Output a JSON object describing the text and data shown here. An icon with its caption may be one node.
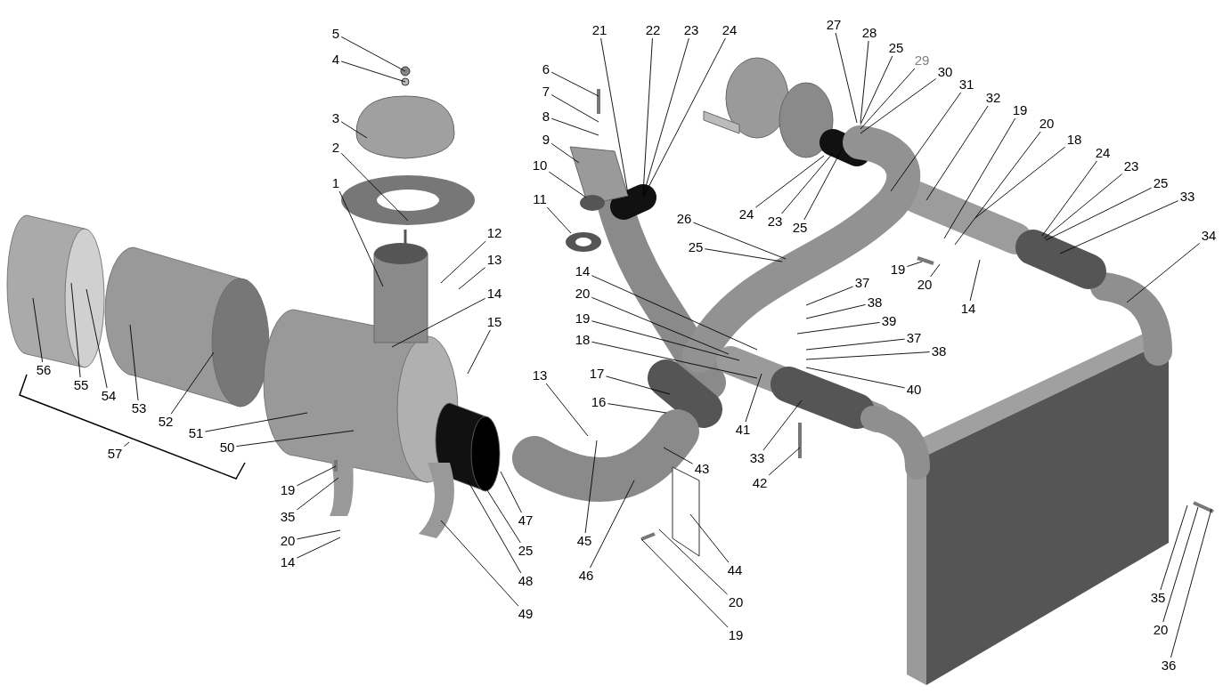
{
  "diagram": {
    "nodes": [
      {
        "text": [
          "5"
        ]
      },
      {
        "text": [
          "4"
        ]
      },
      {
        "text": [
          "3"
        ]
      },
      {
        "text": [
          "2"
        ]
      },
      {
        "text": [
          "1"
        ]
      },
      {
        "text": [
          "6"
        ]
      },
      {
        "text": [
          "7"
        ]
      },
      {
        "text": [
          "8"
        ]
      },
      {
        "text": [
          "9"
        ]
      },
      {
        "text": [
          "10"
        ]
      },
      {
        "text": [
          "11"
        ]
      },
      {
        "text": [
          "21"
        ]
      },
      {
        "text": [
          "22"
        ]
      },
      {
        "text": [
          "23"
        ]
      },
      {
        "text": [
          "24"
        ]
      },
      {
        "text": [
          "27"
        ]
      },
      {
        "text": [
          "28"
        ]
      },
      {
        "text": [
          "25"
        ]
      },
      {
        "text": [
          "29"
        ]
      },
      {
        "text": [
          "30"
        ]
      },
      {
        "text": [
          "31"
        ]
      },
      {
        "text": [
          "32"
        ]
      },
      {
        "text": [
          "19"
        ]
      },
      {
        "text": [
          "20"
        ]
      },
      {
        "text": [
          "18"
        ]
      },
      {
        "text": [
          "24"
        ]
      },
      {
        "text": [
          "23"
        ]
      },
      {
        "text": [
          "25"
        ]
      },
      {
        "text": [
          "33"
        ]
      },
      {
        "text": [
          "24"
        ]
      },
      {
        "text": [
          "23"
        ]
      },
      {
        "text": [
          "25"
        ]
      },
      {
        "text": [
          "26"
        ]
      },
      {
        "text": [
          "25"
        ]
      },
      {
        "text": [
          "12"
        ]
      },
      {
        "text": [
          "13"
        ]
      },
      {
        "text": [
          "14"
        ]
      },
      {
        "text": [
          "15"
        ]
      },
      {
        "text": [
          "34"
        ]
      },
      {
        "text": [
          "19"
        ]
      },
      {
        "text": [
          "20"
        ]
      },
      {
        "text": [
          "14"
        ]
      },
      {
        "text": [
          "37"
        ]
      },
      {
        "text": [
          "38"
        ]
      },
      {
        "text": [
          "39"
        ]
      },
      {
        "text": [
          "37"
        ]
      },
      {
        "text": [
          "38"
        ]
      },
      {
        "text": [
          "40"
        ]
      },
      {
        "text": [
          "14"
        ]
      },
      {
        "text": [
          "20"
        ]
      },
      {
        "text": [
          "19"
        ]
      },
      {
        "text": [
          "18"
        ]
      },
      {
        "text": [
          "17"
        ]
      },
      {
        "text": [
          "16"
        ]
      },
      {
        "text": [
          "13"
        ]
      },
      {
        "text": [
          "41"
        ]
      },
      {
        "text": [
          "33"
        ]
      },
      {
        "text": [
          "42"
        ]
      },
      {
        "text": [
          "43"
        ]
      },
      {
        "text": [
          "56"
        ]
      },
      {
        "text": [
          "55"
        ]
      },
      {
        "text": [
          "54"
        ]
      },
      {
        "text": [
          "53"
        ]
      },
      {
        "text": [
          "52"
        ]
      },
      {
        "text": [
          "51"
        ]
      },
      {
        "text": [
          "50"
        ]
      },
      {
        "text": [
          "57"
        ]
      },
      {
        "text": [
          "19"
        ]
      },
      {
        "text": [
          "35"
        ]
      },
      {
        "text": [
          "20"
        ]
      },
      {
        "text": [
          "14"
        ]
      },
      {
        "text": [
          "47"
        ]
      },
      {
        "text": [
          "25"
        ]
      },
      {
        "text": [
          "48"
        ]
      },
      {
        "text": [
          "49"
        ]
      },
      {
        "text": [
          "45"
        ]
      },
      {
        "text": [
          "46"
        ]
      },
      {
        "text": [
          "44"
        ]
      },
      {
        "text": [
          "20"
        ]
      },
      {
        "text": [
          "19"
        ]
      },
      {
        "text": [
          "35"
        ]
      },
      {
        "text": [
          "20"
        ]
      },
      {
        "text": [
          "36"
        ]
      }
    ],
    "edges": [
      {
        "from": 0,
        "to": null,
        "arrow": "none"
      },
      {
        "from": 1,
        "to": null,
        "arrow": "none"
      },
      {
        "from": 2,
        "to": null,
        "arrow": "none"
      },
      {
        "from": 3,
        "to": null,
        "arrow": "none"
      },
      {
        "from": 4,
        "to": null,
        "arrow": "none"
      },
      {
        "from": 5,
        "to": null,
        "arrow": "none"
      },
      {
        "from": 6,
        "to": null,
        "arrow": "none"
      },
      {
        "from": 7,
        "to": null,
        "arrow": "none"
      },
      {
        "from": 8,
        "to": null,
        "arrow": "none"
      },
      {
        "from": 9,
        "to": null,
        "arrow": "none"
      },
      {
        "from": 10,
        "to": null,
        "arrow": "none"
      },
      {
        "from": 11,
        "to": null,
        "arrow": "none"
      },
      {
        "from": 12,
        "to": null,
        "arrow": "none"
      },
      {
        "from": 13,
        "to": null,
        "arrow": "none"
      },
      {
        "from": 14,
        "to": null,
        "arrow": "none"
      },
      {
        "from": 15,
        "to": null,
        "arrow": "none"
      },
      {
        "from": 16,
        "to": null,
        "arrow": "none"
      },
      {
        "from": 17,
        "to": null,
        "arrow": "none"
      },
      {
        "from": 18,
        "to": null,
        "arrow": "none"
      },
      {
        "from": 19,
        "to": null,
        "arrow": "none"
      },
      {
        "from": 20,
        "to": null,
        "arrow": "none"
      },
      {
        "from": 21,
        "to": null,
        "arrow": "none"
      },
      {
        "from": 22,
        "to": null,
        "arrow": "none"
      },
      {
        "from": 23,
        "to": null,
        "arrow": "none"
      },
      {
        "from": 24,
        "to": null,
        "arrow": "none"
      },
      {
        "from": 25,
        "to": null,
        "arrow": "none"
      },
      {
        "from": 26,
        "to": null,
        "arrow": "none"
      },
      {
        "from": 27,
        "to": null,
        "arrow": "none"
      },
      {
        "from": 28,
        "to": null,
        "arrow": "none"
      },
      {
        "from": 29,
        "to": null,
        "arrow": "none"
      },
      {
        "from": 30,
        "to": null,
        "arrow": "none"
      },
      {
        "from": 31,
        "to": null,
        "arrow": "none"
      },
      {
        "from": 32,
        "to": null,
        "arrow": "none"
      },
      {
        "from": 33,
        "to": null,
        "arrow": "none"
      },
      {
        "from": 34,
        "to": null,
        "arrow": "none"
      },
      {
        "from": 35,
        "to": null,
        "arrow": "none"
      },
      {
        "from": 36,
        "to": null,
        "arrow": "none"
      },
      {
        "from": 37,
        "to": null,
        "arrow": "none"
      },
      {
        "from": 38,
        "to": null,
        "arrow": "none"
      },
      {
        "from": 39,
        "to": null,
        "arrow": "none"
      },
      {
        "from": 40,
        "to": null,
        "arrow": "none"
      },
      {
        "from": 41,
        "to": null,
        "arrow": "none"
      },
      {
        "from": 42,
        "to": null,
        "arrow": "none"
      },
      {
        "from": 43,
        "to": null,
        "arrow": "none"
      },
      {
        "from": 44,
        "to": null,
        "arrow": "none"
      },
      {
        "from": 45,
        "to": null,
        "arrow": "none"
      },
      {
        "from": 46,
        "to": null,
        "arrow": "none"
      },
      {
        "from": 47,
        "to": null,
        "arrow": "none"
      },
      {
        "from": 48,
        "to": null,
        "arrow": "none"
      },
      {
        "from": 49,
        "to": null,
        "arrow": "none"
      },
      {
        "from": 50,
        "to": null,
        "arrow": "none"
      },
      {
        "from": 51,
        "to": null,
        "arrow": "none"
      },
      {
        "from": 52,
        "to": null,
        "arrow": "none"
      },
      {
        "from": 53,
        "to": null,
        "arrow": "none"
      },
      {
        "from": 54,
        "to": null,
        "arrow": "none"
      },
      {
        "from": 55,
        "to": null,
        "arrow": "none"
      },
      {
        "from": 56,
        "to": null,
        "arrow": "none"
      },
      {
        "from": 57,
        "to": null,
        "arrow": "none"
      },
      {
        "from": 58,
        "to": null,
        "arrow": "none"
      },
      {
        "from": 59,
        "to": null,
        "arrow": "none"
      },
      {
        "from": 60,
        "to": null,
        "arrow": "none"
      },
      {
        "from": 61,
        "to": null,
        "arrow": "none"
      },
      {
        "from": 62,
        "to": null,
        "arrow": "none"
      },
      {
        "from": 63,
        "to": null,
        "arrow": "none"
      },
      {
        "from": 64,
        "to": null,
        "arrow": "none"
      },
      {
        "from": 65,
        "to": null,
        "arrow": "none"
      },
      {
        "from": 66,
        "to": null,
        "arrow": "none"
      },
      {
        "from": 67,
        "to": null,
        "arrow": "none"
      },
      {
        "from": 68,
        "to": null,
        "arrow": "none"
      },
      {
        "from": 69,
        "to": null,
        "arrow": "none"
      },
      {
        "from": 70,
        "to": null,
        "arrow": "none"
      },
      {
        "from": 71,
        "to": null,
        "arrow": "none"
      },
      {
        "from": 72,
        "to": null,
        "arrow": "none"
      },
      {
        "from": 73,
        "to": null,
        "arrow": "none"
      },
      {
        "from": 74,
        "to": null,
        "arrow": "none"
      },
      {
        "from": 75,
        "to": null,
        "arrow": "none"
      },
      {
        "from": 76,
        "to": null,
        "arrow": "none"
      },
      {
        "from": 77,
        "to": null,
        "arrow": "none"
      },
      {
        "from": 78,
        "to": null,
        "arrow": "none"
      },
      {
        "from": 79,
        "to": null,
        "arrow": "none"
      },
      {
        "from": 80,
        "to": null,
        "arrow": "none"
      },
      {
        "from": 81,
        "to": null,
        "arrow": "none"
      },
      {
        "from": 82,
        "to": null,
        "arrow": "none"
      }
    ]
  }
}
